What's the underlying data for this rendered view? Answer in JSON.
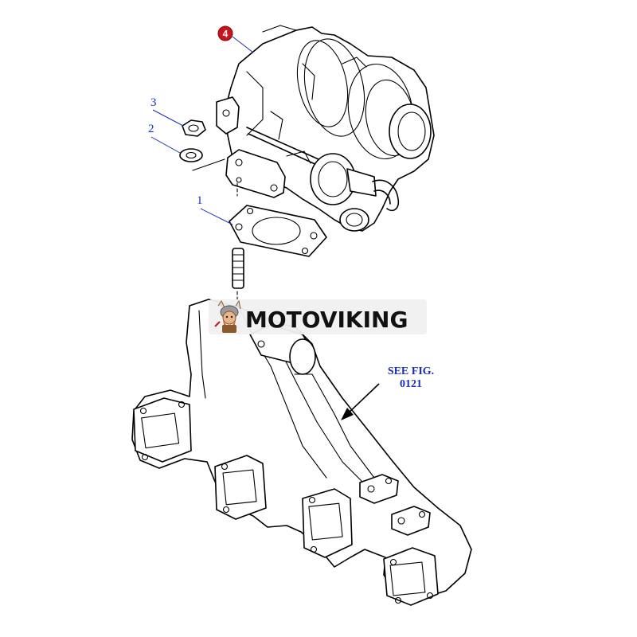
{
  "callouts": {
    "item_4": "4",
    "item_3": "3",
    "item_2": "2",
    "item_1": "1"
  },
  "reference": {
    "line1": "SEE FIG.",
    "line2": "0121"
  },
  "watermark": {
    "brand": "MOTOVIKING"
  },
  "colors": {
    "callout_blue": "#1a2fb5",
    "badge_red": "#c8141e",
    "line_black": "#000000",
    "watermark_bg": "#f0f0f0"
  },
  "icons": [
    "viking-mascot-icon",
    "arrow-icon"
  ]
}
